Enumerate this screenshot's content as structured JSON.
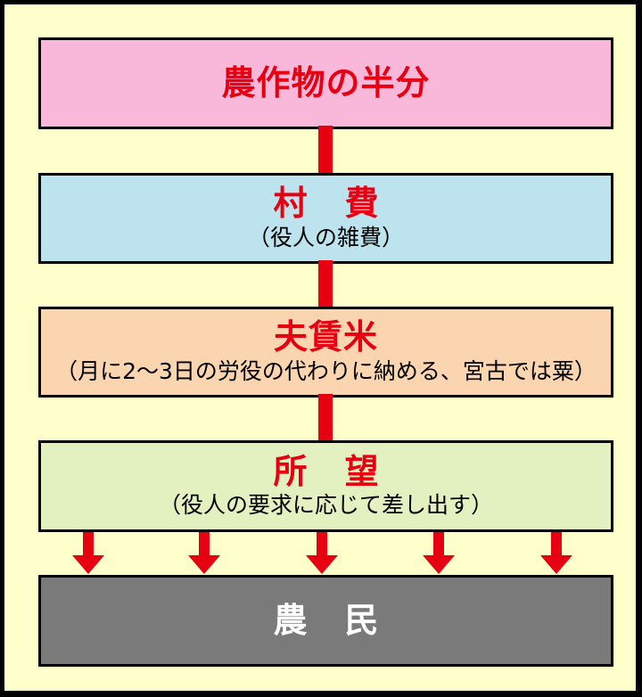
{
  "boxes": {
    "crops": {
      "title": "農作物の半分"
    },
    "village": {
      "title": "村費",
      "subtitle": "（役人の雑費）"
    },
    "labor": {
      "title": "夫賃米",
      "subtitle": "（月に2～3日の労役の代わりに納める、宮古では粟）"
    },
    "request": {
      "title": "所望",
      "subtitle": "（役人の要求に応じて差し出す）"
    },
    "farmers": {
      "title": "農民"
    }
  },
  "colors": {
    "red": "#e60012",
    "frame_bg": "#ffffcc",
    "crops_bg": "#f9b7da",
    "village_bg": "#bde3ef",
    "labor_bg": "#fbd5b0",
    "request_bg": "#e3f1c0",
    "farmers_bg": "#7a7a7a"
  }
}
